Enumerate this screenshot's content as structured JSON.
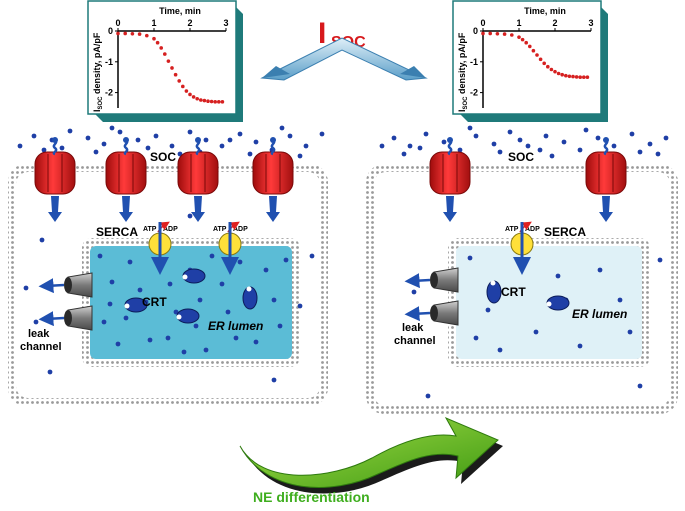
{
  "title": {
    "main": "I",
    "sub": "SOC",
    "color": "#d7191c"
  },
  "bottom_label": {
    "text": "NE differentiation",
    "color": "#3fae1f"
  },
  "colors": {
    "ion": "#1f3fa6",
    "channel": "#e21d1d",
    "serca": "#ffe03a",
    "er_full": "#5bbcd6",
    "er_depleted": "#dff1f7",
    "membrane": "#a0a0a0",
    "plot_frame": "#1f7a7a",
    "curve": "#d62020",
    "arrow_green": "#6cc124"
  },
  "labels": {
    "soc": "SOC",
    "serca": "SERCA",
    "atp": "ATP",
    "adp": "ADP",
    "crt": "CRT",
    "er_lumen": "ER lumen",
    "leak": "leak",
    "channel": "channel"
  },
  "chart_data": [
    {
      "type": "line",
      "panel": "left",
      "xlabel": "Time, min",
      "ylabel_main": "I",
      "ylabel_sub": "SOC",
      "ylabel_rest": " density, pA/pF",
      "x_ticks": [
        "0",
        "1",
        "2",
        "3"
      ],
      "y_ticks": [
        "0",
        "-1",
        "-2"
      ],
      "xlim": [
        0,
        3
      ],
      "ylim": [
        -2.5,
        0
      ],
      "x": [
        0,
        0.2,
        0.4,
        0.6,
        0.8,
        1.0,
        1.1,
        1.2,
        1.3,
        1.4,
        1.5,
        1.6,
        1.7,
        1.8,
        1.9,
        2.0,
        2.1,
        2.2,
        2.3,
        2.4,
        2.5,
        2.6,
        2.7,
        2.8,
        2.9
      ],
      "y": [
        -0.08,
        -0.08,
        -0.09,
        -0.1,
        -0.15,
        -0.25,
        -0.38,
        -0.55,
        -0.75,
        -0.98,
        -1.2,
        -1.42,
        -1.62,
        -1.8,
        -1.95,
        -2.06,
        -2.14,
        -2.2,
        -2.24,
        -2.26,
        -2.28,
        -2.29,
        -2.3,
        -2.3,
        -2.3
      ]
    },
    {
      "type": "line",
      "panel": "right",
      "xlabel": "Time, min",
      "ylabel_main": "I",
      "ylabel_sub": "SOC",
      "ylabel_rest": " density, pA/pF",
      "x_ticks": [
        "0",
        "1",
        "2",
        "3"
      ],
      "y_ticks": [
        "0",
        "-1",
        "-2"
      ],
      "xlim": [
        0,
        3
      ],
      "ylim": [
        -2.5,
        0
      ],
      "x": [
        0,
        0.2,
        0.4,
        0.6,
        0.8,
        1.0,
        1.1,
        1.2,
        1.3,
        1.4,
        1.5,
        1.6,
        1.7,
        1.8,
        1.9,
        2.0,
        2.1,
        2.2,
        2.3,
        2.4,
        2.5,
        2.6,
        2.7,
        2.8,
        2.9
      ],
      "y": [
        -0.08,
        -0.08,
        -0.09,
        -0.1,
        -0.13,
        -0.2,
        -0.28,
        -0.38,
        -0.5,
        -0.64,
        -0.78,
        -0.92,
        -1.05,
        -1.16,
        -1.25,
        -1.32,
        -1.38,
        -1.42,
        -1.45,
        -1.47,
        -1.48,
        -1.49,
        -1.5,
        -1.5,
        -1.5
      ]
    }
  ]
}
